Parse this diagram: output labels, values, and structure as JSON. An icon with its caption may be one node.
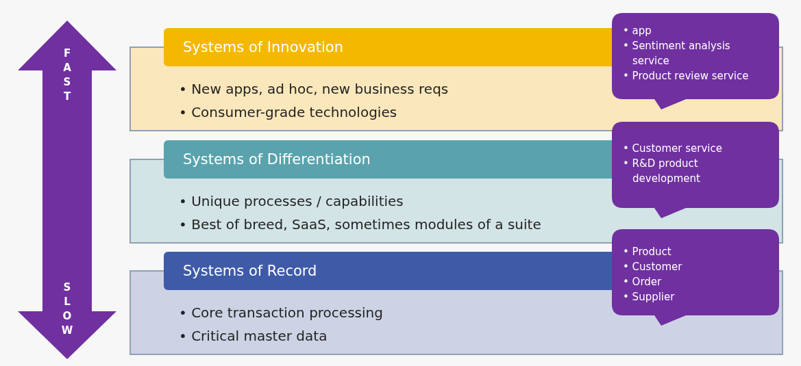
{
  "diagram": {
    "nodes": [
      {
        "text": [
          "Systems of Innovation",
          "• New apps, ad hoc, new business reqs",
          "• Consumer-grade technologies"
        ]
      },
      {
        "text": [
          "Systems of Differentiation",
          "• Unique processes / capabilities",
          "• Best of breed, SaaS, sometimes modules of a suite"
        ]
      },
      {
        "text": [
          "Systems of Record",
          "• Core transaction processing",
          "• Critical master data"
        ]
      },
      {
        "text": [
          "• app",
          "• Sentiment analysis service",
          "• Product review service"
        ]
      },
      {
        "text": [
          "• Customer service",
          "• R&D product development"
        ]
      },
      {
        "text": [
          "• Product",
          "• Customer",
          "• Order",
          "• Supplier"
        ]
      }
    ],
    "edges": [],
    "labels": [
      "FAST",
      "SLOW"
    ]
  }
}
